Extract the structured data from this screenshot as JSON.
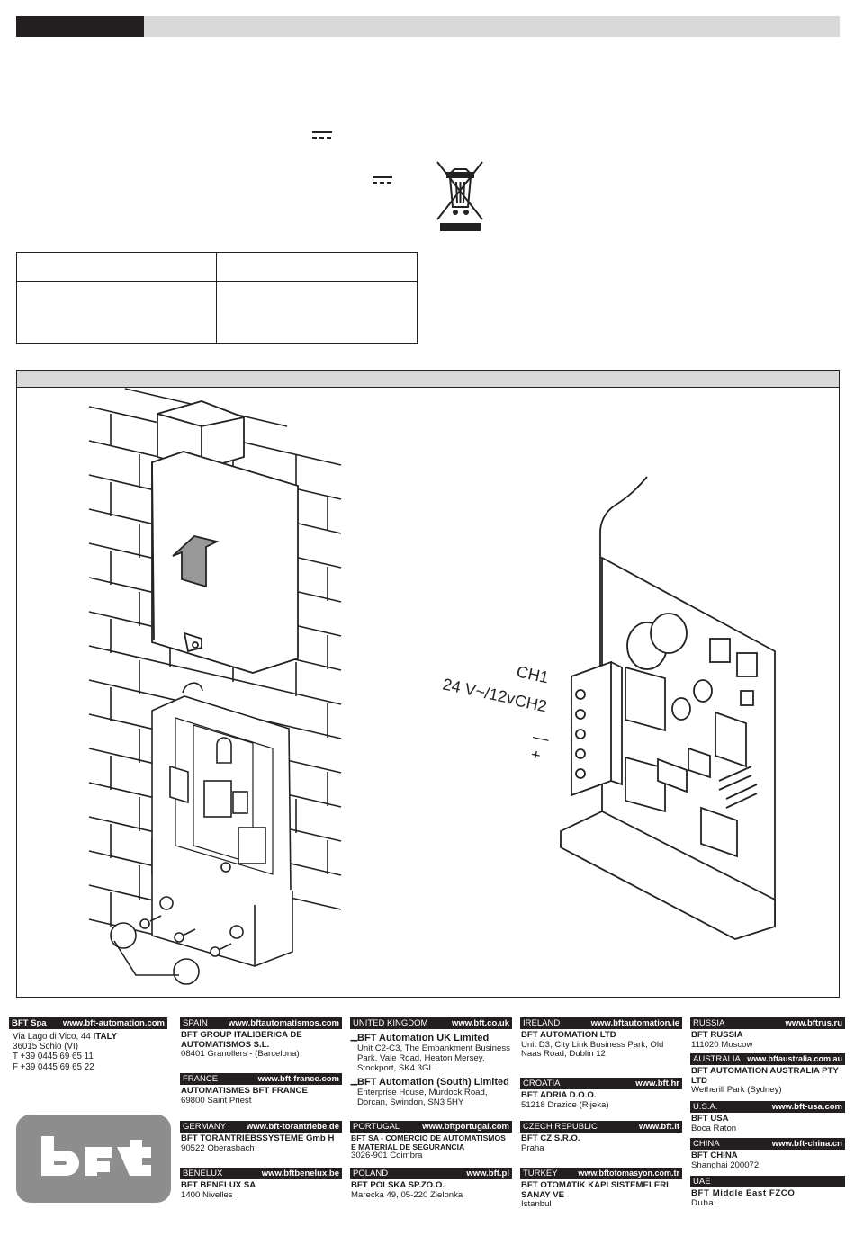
{
  "figure": {
    "pinout": [
      "CH1",
      "CH2",
      "24 V~/12v",
      "—",
      "+"
    ]
  },
  "footer": {
    "hq": {
      "company": "BFT Spa",
      "url": "www.bft-automation.com",
      "address": "Via Lago di Vico, 44",
      "country": "ITALY",
      "city": "36015 Schio (VI)",
      "tel": "T +39 0445 69 65 11",
      "fax": "F +39 0445 69 65 22",
      "logo_text": "BFT"
    },
    "spain": {
      "country": "SPAIN",
      "url": "www.bftautomatismos.com",
      "company": "BFT GROUP ITALIBERICA DE AUTOMATISMOS S.L.",
      "address": "08401 Granollers - (Barcelona)"
    },
    "france": {
      "country": "FRANCE",
      "url": "www.bft-france.com",
      "company": "AUTOMATISMES BFT FRANCE",
      "address": "69800 Saint Priest"
    },
    "germany": {
      "country": "GERMANY",
      "url": "www.bft-torantriebe.de",
      "company": "BFT TORANTRIEBSSYSTEME Gmb H",
      "address": "90522 Oberasbach"
    },
    "benelux": {
      "country": "BENELUX",
      "url": "www.bftbenelux.be",
      "company": "BFT BENELUX SA",
      "address": "1400 Nivelles"
    },
    "uk": {
      "country": "UNITED KINGDOM",
      "url": "www.bft.co.uk",
      "entries": [
        {
          "company": "BFT Automation UK Limited",
          "address": [
            "Unit C2-C3, The Embankment Business",
            "Park, Vale Road, Heaton Mersey,",
            "Stockport, SK4 3GL"
          ]
        },
        {
          "company": "BFT Automation (South) Limited",
          "address": [
            "Enterprise House, Murdock Road,",
            "Dorcan, Swindon, SN3 5HY"
          ]
        }
      ]
    },
    "portugal": {
      "country": "PORTUGAL",
      "url": "www.bftportugal.com",
      "company": "BFT SA - COMERCIO DE AUTOMATISMOS E MATERIAL DE SEGURANCIA",
      "address": "3026-901 Coimbra"
    },
    "poland": {
      "country": "POLAND",
      "url": "www.bft.pl",
      "company": "BFT POLSKA SP.ZO.O.",
      "address": "Marecka 49, 05-220 Zielonka"
    },
    "ireland": {
      "country": "IRELAND",
      "url": "www.bftautomation.ie",
      "company": "BFT AUTOMATION LTD",
      "address": [
        "Unit D3, City Link Business Park, Old",
        "Naas Road, Dublin 12"
      ]
    },
    "croatia": {
      "country": "CROATIA",
      "url": "www.bft.hr",
      "company": "BFT ADRIA D.O.O.",
      "address": "51218 Drazice (Rijeka)"
    },
    "czech": {
      "country": "CZECH REPUBLIC",
      "url": "www.bft.it",
      "company": "BFT CZ S.R.O.",
      "address": "Praha"
    },
    "turkey": {
      "country": "TURKEY",
      "url": "www.bftotomasyon.com.tr",
      "company": "BFT OTOMATIK KAPI SISTEMELERI SANAY VE",
      "address": "Istanbul"
    },
    "russia": {
      "country": "RUSSIA",
      "url": "www.bftrus.ru",
      "company": "BFT RUSSIA",
      "address": "111020 Moscow"
    },
    "australia": {
      "country": "AUSTRALIA",
      "url": "www.bftaustralia.com.au",
      "company": "BFT AUTOMATION AUSTRALIA PTY LTD",
      "address": "Wetherill Park (Sydney)"
    },
    "usa": {
      "country": "U.S.A.",
      "url": "www.bft-usa.com",
      "company": "BFT USA",
      "address": "Boca Raton"
    },
    "china": {
      "country": "CHINA",
      "url": "www.bft-china.cn",
      "company": "BFT CHINA",
      "address": "Shanghai 200072"
    },
    "uae": {
      "country": "UAE",
      "url": "",
      "company": "BFT Middle East FZCO",
      "address": "Dubai"
    }
  }
}
